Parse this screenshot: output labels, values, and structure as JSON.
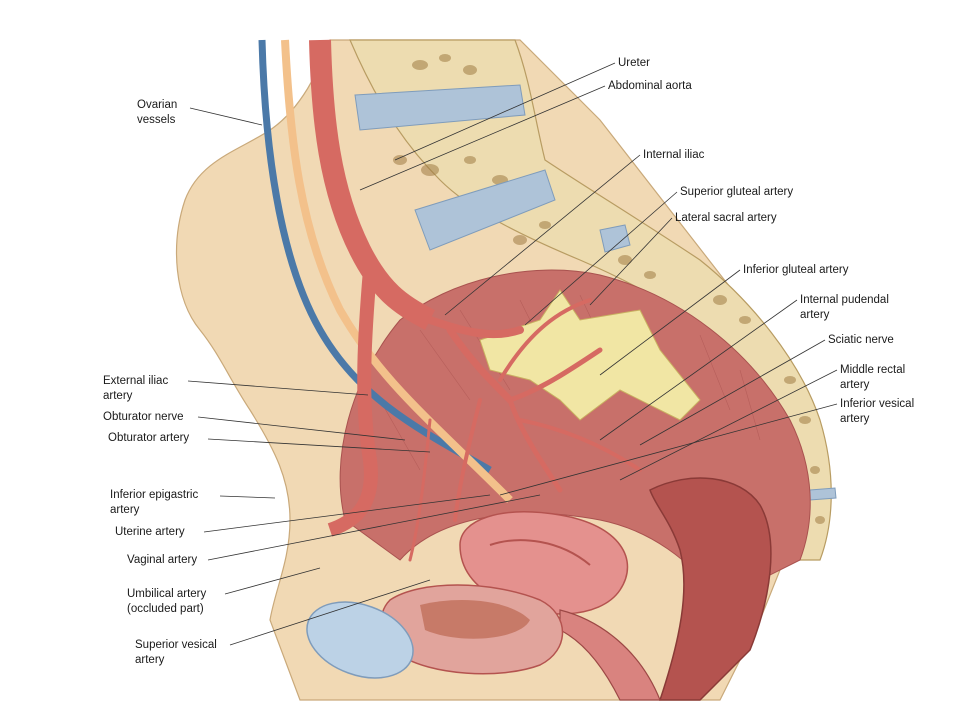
{
  "labels": {
    "ureter": "Ureter",
    "abdominal_aorta": "Abdominal aorta",
    "internal_iliac": "Internal iliac",
    "superior_gluteal_artery": "Superior gluteal artery",
    "lateral_sacral_artery": "Lateral sacral artery",
    "inferior_gluteal_artery": "Inferior gluteal artery",
    "internal_pudendal_artery": [
      "Internal pudendal",
      "artery"
    ],
    "sciatic_nerve": "Sciatic nerve",
    "middle_rectal_artery": [
      "Middle rectal",
      "artery"
    ],
    "inferior_vesical_artery": [
      "Inferior vesical",
      "artery"
    ],
    "ovarian_vessels": [
      "Ovarian",
      "vessels"
    ],
    "external_iliac_artery": [
      "External iliac",
      "artery"
    ],
    "obturator_nerve": "Obturator nerve",
    "obturator_artery": "Obturator artery",
    "inferior_epigastric_artery": [
      "Inferior epigastric",
      "artery"
    ],
    "uterine_artery": "Uterine artery",
    "vaginal_artery": "Vaginal artery",
    "umbilical_artery": [
      "Umbilical artery",
      "(occluded part)"
    ],
    "superior_vesical_artery": [
      "Superior vesical",
      "artery"
    ]
  },
  "colors": {
    "bone": "#eddcb0",
    "bone_shadow": "#c9b27a",
    "disc": "#aec3d8",
    "skin": "#f1d9b4",
    "muscle": "#c8706a",
    "muscle_dark": "#a9524f",
    "artery": "#d66a62",
    "artery_dark": "#b84c46",
    "vein": "#4b79a8",
    "ureter": "#f3c18b",
    "nerve": "#f1e6a4",
    "organ_pink": "#e4918e",
    "organ_dark": "#b4534f",
    "bladder": "#bcd2e6"
  }
}
